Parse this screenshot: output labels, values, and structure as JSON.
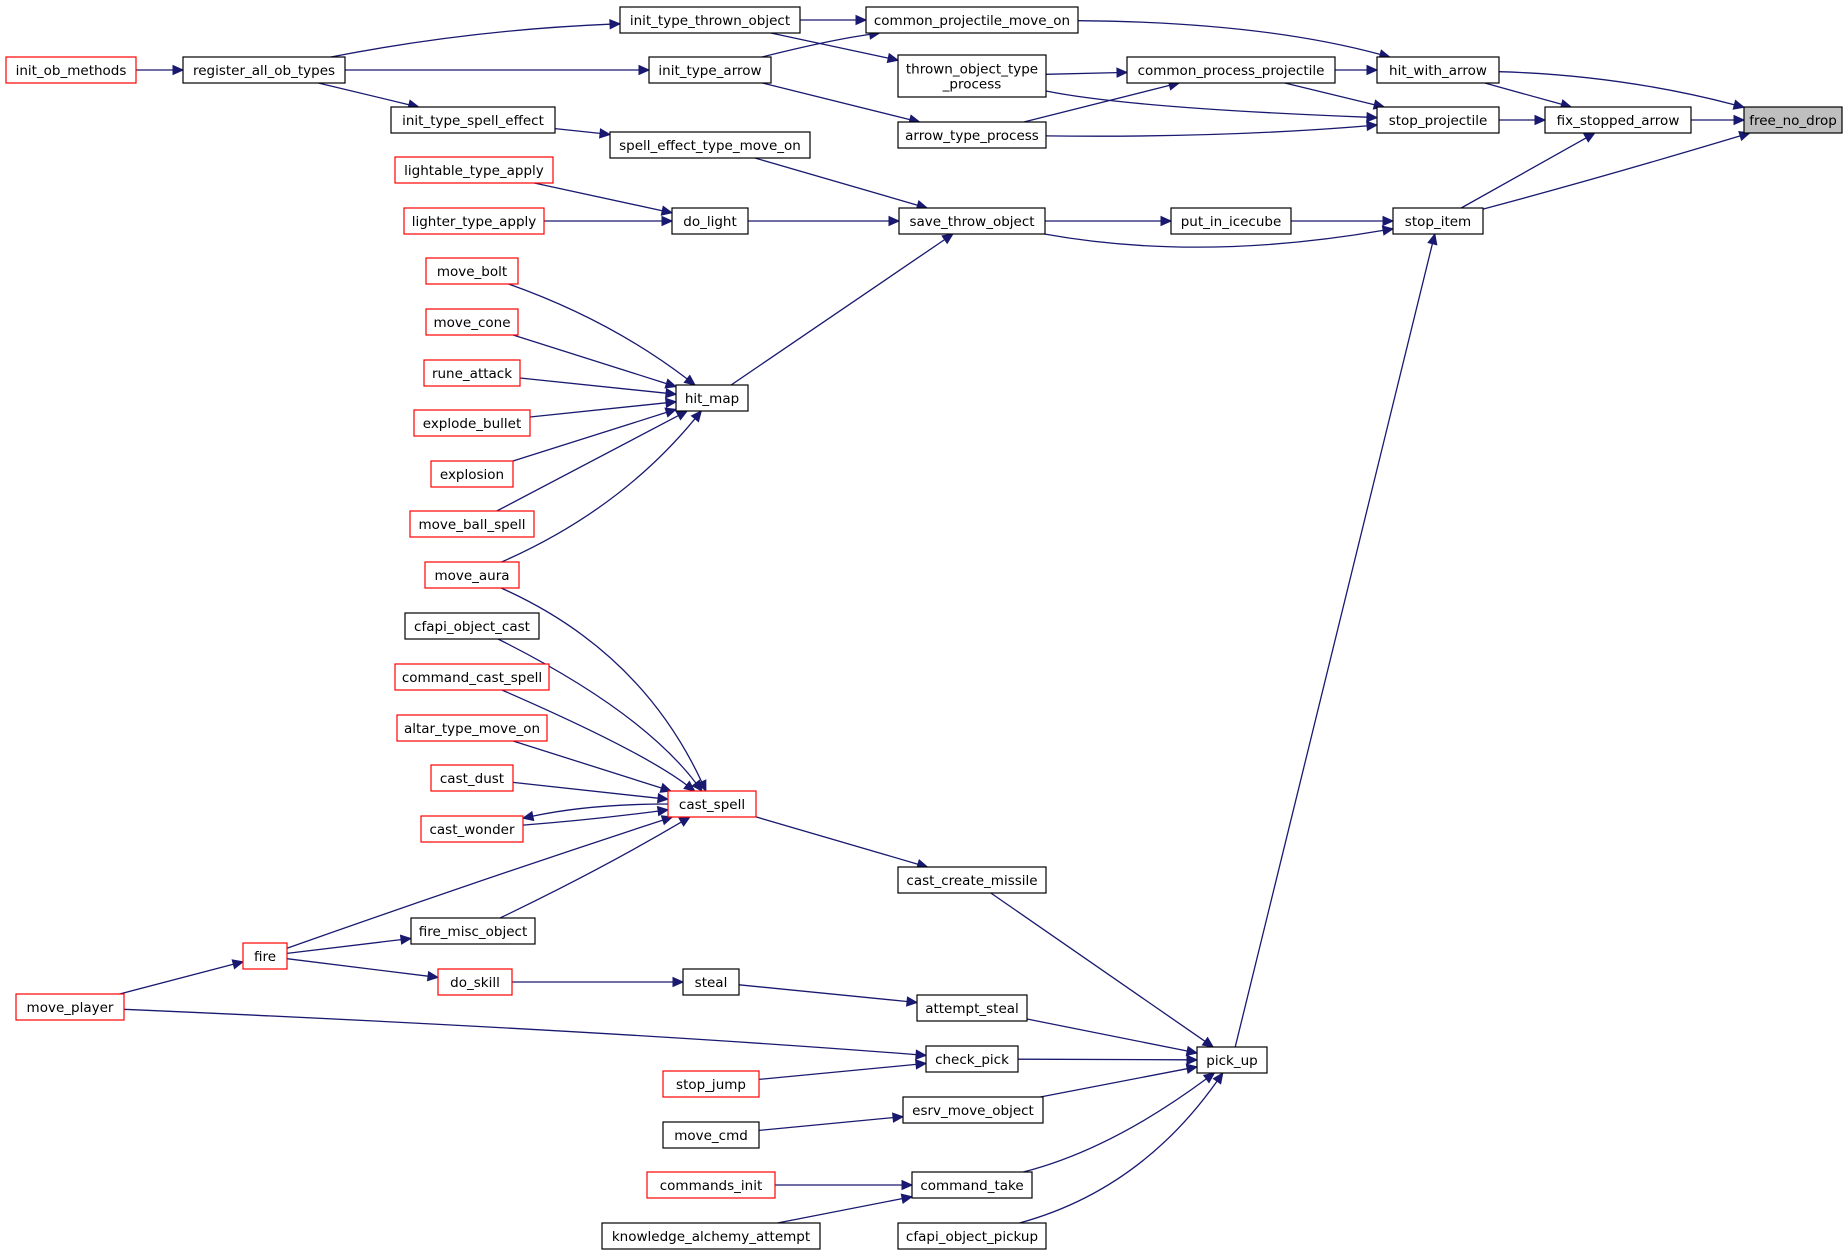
{
  "colors": {
    "edge": "#191970",
    "node_border": "#000000",
    "node_border_truncated": "#ff0000",
    "root_fill": "#bfbfbf",
    "node_fill": "#ffffff"
  },
  "nodes": [
    {
      "id": "free_no_drop",
      "lines": [
        "free_no_drop"
      ],
      "style": "root"
    },
    {
      "id": "fix_stopped_arrow",
      "lines": [
        "fix_stopped_arrow"
      ],
      "style": "normal"
    },
    {
      "id": "hit_with_arrow",
      "lines": [
        "hit_with_arrow"
      ],
      "style": "normal"
    },
    {
      "id": "stop_projectile",
      "lines": [
        "stop_projectile"
      ],
      "style": "normal"
    },
    {
      "id": "stop_item",
      "lines": [
        "stop_item"
      ],
      "style": "normal"
    },
    {
      "id": "common_projectile_move_on",
      "lines": [
        "common_projectile_move_on"
      ],
      "style": "normal"
    },
    {
      "id": "common_process_projectile",
      "lines": [
        "common_process_projectile"
      ],
      "style": "normal"
    },
    {
      "id": "init_type_thrown_object",
      "lines": [
        "init_type_thrown_object"
      ],
      "style": "normal"
    },
    {
      "id": "thrown_object_type_process",
      "lines": [
        "thrown_object_type",
        "_process"
      ],
      "style": "normal"
    },
    {
      "id": "init_type_arrow",
      "lines": [
        "init_type_arrow"
      ],
      "style": "normal"
    },
    {
      "id": "arrow_type_process",
      "lines": [
        "arrow_type_process"
      ],
      "style": "normal"
    },
    {
      "id": "register_all_ob_types",
      "lines": [
        "register_all_ob_types"
      ],
      "style": "normal"
    },
    {
      "id": "init_ob_methods",
      "lines": [
        "init_ob_methods"
      ],
      "style": "red"
    },
    {
      "id": "init_type_spell_effect",
      "lines": [
        "init_type_spell_effect"
      ],
      "style": "normal"
    },
    {
      "id": "spell_effect_type_move_on",
      "lines": [
        "spell_effect_type_move_on"
      ],
      "style": "normal"
    },
    {
      "id": "put_in_icecube",
      "lines": [
        "put_in_icecube"
      ],
      "style": "normal"
    },
    {
      "id": "save_throw_object",
      "lines": [
        "save_throw_object"
      ],
      "style": "normal"
    },
    {
      "id": "do_light",
      "lines": [
        "do_light"
      ],
      "style": "normal"
    },
    {
      "id": "lightable_type_apply",
      "lines": [
        "lightable_type_apply"
      ],
      "style": "red"
    },
    {
      "id": "lighter_type_apply",
      "lines": [
        "lighter_type_apply"
      ],
      "style": "red"
    },
    {
      "id": "hit_map",
      "lines": [
        "hit_map"
      ],
      "style": "normal"
    },
    {
      "id": "move_bolt",
      "lines": [
        "move_bolt"
      ],
      "style": "red"
    },
    {
      "id": "move_cone",
      "lines": [
        "move_cone"
      ],
      "style": "red"
    },
    {
      "id": "rune_attack",
      "lines": [
        "rune_attack"
      ],
      "style": "red"
    },
    {
      "id": "explode_bullet",
      "lines": [
        "explode_bullet"
      ],
      "style": "red"
    },
    {
      "id": "explosion",
      "lines": [
        "explosion"
      ],
      "style": "red"
    },
    {
      "id": "move_ball_spell",
      "lines": [
        "move_ball_spell"
      ],
      "style": "red"
    },
    {
      "id": "move_aura",
      "lines": [
        "move_aura"
      ],
      "style": "red"
    },
    {
      "id": "cfapi_object_cast",
      "lines": [
        "cfapi_object_cast"
      ],
      "style": "normal"
    },
    {
      "id": "command_cast_spell",
      "lines": [
        "command_cast_spell"
      ],
      "style": "red"
    },
    {
      "id": "altar_type_move_on",
      "lines": [
        "altar_type_move_on"
      ],
      "style": "red"
    },
    {
      "id": "cast_dust",
      "lines": [
        "cast_dust"
      ],
      "style": "red"
    },
    {
      "id": "cast_spell",
      "lines": [
        "cast_spell"
      ],
      "style": "red"
    },
    {
      "id": "cast_wonder",
      "lines": [
        "cast_wonder"
      ],
      "style": "red"
    },
    {
      "id": "cast_create_missile",
      "lines": [
        "cast_create_missile"
      ],
      "style": "normal"
    },
    {
      "id": "fire_misc_object",
      "lines": [
        "fire_misc_object"
      ],
      "style": "normal"
    },
    {
      "id": "fire",
      "lines": [
        "fire"
      ],
      "style": "red"
    },
    {
      "id": "move_player",
      "lines": [
        "move_player"
      ],
      "style": "red"
    },
    {
      "id": "do_skill",
      "lines": [
        "do_skill"
      ],
      "style": "red"
    },
    {
      "id": "steal",
      "lines": [
        "steal"
      ],
      "style": "normal"
    },
    {
      "id": "attempt_steal",
      "lines": [
        "attempt_steal"
      ],
      "style": "normal"
    },
    {
      "id": "check_pick",
      "lines": [
        "check_pick"
      ],
      "style": "normal"
    },
    {
      "id": "pick_up",
      "lines": [
        "pick_up"
      ],
      "style": "normal"
    },
    {
      "id": "stop_jump",
      "lines": [
        "stop_jump"
      ],
      "style": "red"
    },
    {
      "id": "esrv_move_object",
      "lines": [
        "esrv_move_object"
      ],
      "style": "normal"
    },
    {
      "id": "move_cmd",
      "lines": [
        "move_cmd"
      ],
      "style": "normal"
    },
    {
      "id": "command_take",
      "lines": [
        "command_take"
      ],
      "style": "normal"
    },
    {
      "id": "commands_init",
      "lines": [
        "commands_init"
      ],
      "style": "red"
    },
    {
      "id": "knowledge_alchemy_attempt",
      "lines": [
        "knowledge_alchemy_attempt"
      ],
      "style": "normal"
    },
    {
      "id": "cfapi_object_pickup",
      "lines": [
        "cfapi_object_pickup"
      ],
      "style": "normal"
    }
  ],
  "edges": [
    [
      "fix_stopped_arrow",
      "free_no_drop"
    ],
    [
      "hit_with_arrow",
      "free_no_drop"
    ],
    [
      "stop_item",
      "free_no_drop"
    ],
    [
      "stop_projectile",
      "fix_stopped_arrow"
    ],
    [
      "hit_with_arrow",
      "fix_stopped_arrow"
    ],
    [
      "stop_item",
      "fix_stopped_arrow"
    ],
    [
      "common_projectile_move_on",
      "hit_with_arrow"
    ],
    [
      "common_process_projectile",
      "hit_with_arrow"
    ],
    [
      "common_process_projectile",
      "stop_projectile"
    ],
    [
      "thrown_object_type_process",
      "stop_projectile"
    ],
    [
      "arrow_type_process",
      "stop_projectile"
    ],
    [
      "init_type_thrown_object",
      "common_projectile_move_on"
    ],
    [
      "init_type_arrow",
      "common_projectile_move_on"
    ],
    [
      "thrown_object_type_process",
      "common_process_projectile"
    ],
    [
      "arrow_type_process",
      "common_process_projectile"
    ],
    [
      "init_type_thrown_object",
      "thrown_object_type_process"
    ],
    [
      "init_type_arrow",
      "arrow_type_process"
    ],
    [
      "register_all_ob_types",
      "init_type_thrown_object"
    ],
    [
      "register_all_ob_types",
      "init_type_arrow"
    ],
    [
      "register_all_ob_types",
      "init_type_spell_effect"
    ],
    [
      "init_ob_methods",
      "register_all_ob_types"
    ],
    [
      "init_type_spell_effect",
      "spell_effect_type_move_on"
    ],
    [
      "put_in_icecube",
      "stop_item"
    ],
    [
      "save_throw_object",
      "stop_item"
    ],
    [
      "pick_up",
      "stop_item"
    ],
    [
      "save_throw_object",
      "put_in_icecube"
    ],
    [
      "spell_effect_type_move_on",
      "save_throw_object"
    ],
    [
      "do_light",
      "save_throw_object"
    ],
    [
      "hit_map",
      "save_throw_object"
    ],
    [
      "lightable_type_apply",
      "do_light"
    ],
    [
      "lighter_type_apply",
      "do_light"
    ],
    [
      "move_bolt",
      "hit_map"
    ],
    [
      "move_cone",
      "hit_map"
    ],
    [
      "rune_attack",
      "hit_map"
    ],
    [
      "explode_bullet",
      "hit_map"
    ],
    [
      "explosion",
      "hit_map"
    ],
    [
      "move_ball_spell",
      "hit_map"
    ],
    [
      "move_aura",
      "hit_map"
    ],
    [
      "move_aura",
      "cast_spell"
    ],
    [
      "cfapi_object_cast",
      "cast_spell"
    ],
    [
      "command_cast_spell",
      "cast_spell"
    ],
    [
      "altar_type_move_on",
      "cast_spell"
    ],
    [
      "cast_dust",
      "cast_spell"
    ],
    [
      "cast_spell",
      "cast_wonder"
    ],
    [
      "cast_wonder",
      "cast_spell"
    ],
    [
      "fire",
      "cast_spell"
    ],
    [
      "fire_misc_object",
      "cast_spell"
    ],
    [
      "cast_spell",
      "cast_create_missile"
    ],
    [
      "cast_create_missile",
      "pick_up"
    ],
    [
      "fire",
      "fire_misc_object"
    ],
    [
      "move_player",
      "fire"
    ],
    [
      "fire",
      "do_skill"
    ],
    [
      "do_skill",
      "steal"
    ],
    [
      "steal",
      "attempt_steal"
    ],
    [
      "attempt_steal",
      "pick_up"
    ],
    [
      "check_pick",
      "pick_up"
    ],
    [
      "move_player",
      "check_pick"
    ],
    [
      "stop_jump",
      "check_pick"
    ],
    [
      "esrv_move_object",
      "pick_up"
    ],
    [
      "move_cmd",
      "esrv_move_object"
    ],
    [
      "command_take",
      "pick_up"
    ],
    [
      "commands_init",
      "command_take"
    ],
    [
      "knowledge_alchemy_attempt",
      "command_take"
    ],
    [
      "cfapi_object_pickup",
      "pick_up"
    ]
  ]
}
